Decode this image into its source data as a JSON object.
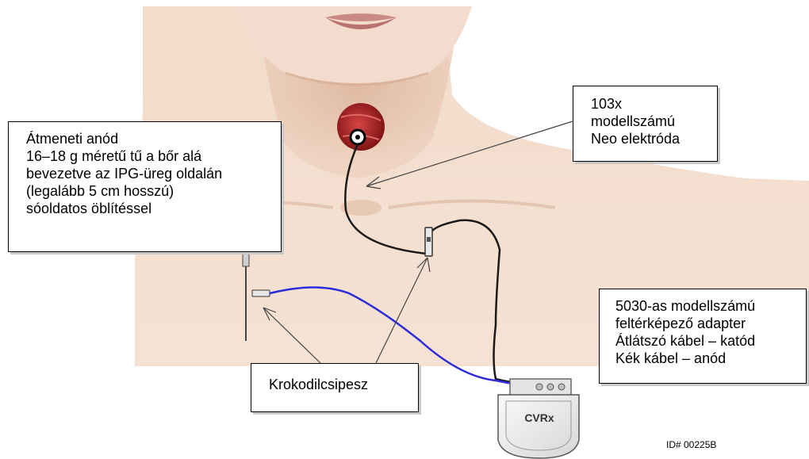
{
  "callouts": {
    "anode": {
      "lines": [
        "Átmeneti anód",
        "16–18 g méretű tű a bőr alá",
        "bevezetve az IPG-üreg oldalán",
        "(legalább 5 cm hosszú)",
        "sóoldatos öblítéssel"
      ]
    },
    "electrode": {
      "lines": [
        "103x",
        "modellszámú",
        "Neo elektróda"
      ]
    },
    "adapter": {
      "lines": [
        "5030-as modellszámú",
        "feltérképező adapter",
        "Átlátszó kábel – katód",
        "Kék kábel – anód"
      ]
    },
    "clip": {
      "label": "Krokodilcsipesz"
    }
  },
  "device": {
    "brand": "CVRx"
  },
  "image_id": "ID# 00225B",
  "colors": {
    "skin": "#f0d5c2",
    "skin_shadow": "#d9b299",
    "lips": "#c97e7a",
    "blue_cable": "#2b2bd9",
    "black_cable": "#1a1a1a",
    "artery": "#9a1b1b",
    "device_body": "#eeeeee"
  }
}
